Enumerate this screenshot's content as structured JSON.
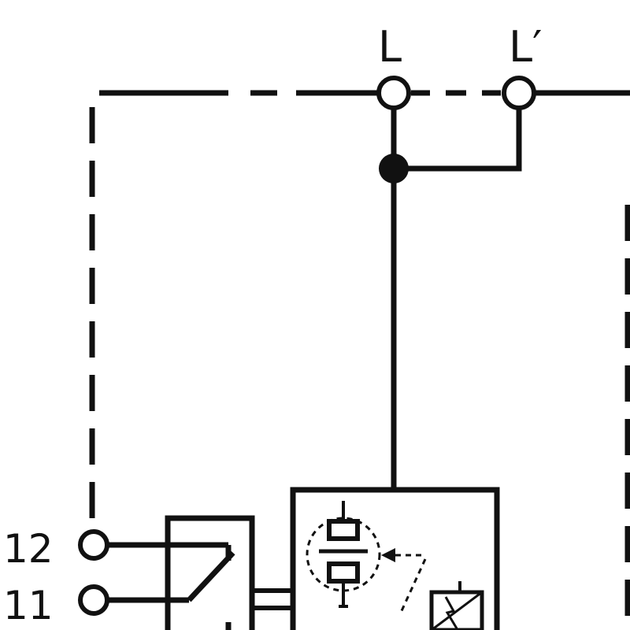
{
  "diagram": {
    "terminals": {
      "L": "L",
      "L_prime": "L′",
      "t12": "12",
      "t11": "11"
    },
    "colors": {
      "ink": "#111111",
      "background": "#ffffff"
    }
  }
}
